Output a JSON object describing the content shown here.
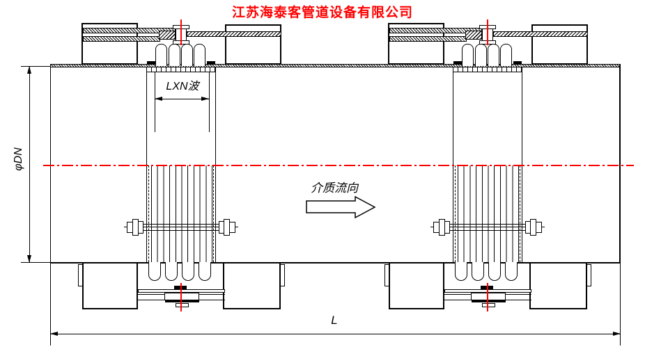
{
  "title": "江苏海泰客管道设备有限公司",
  "labels": {
    "bellows_length": "LXN波",
    "nominal_diameter": "φDN",
    "overall_length": "L",
    "flow_direction": "介质流向"
  },
  "colors": {
    "accent_red": "#ff0000",
    "line_black": "#000000",
    "background": "#ffffff"
  },
  "drawing": {
    "type": "engineering-drawing",
    "subject": "dual bellows expansion joint on pipeline, two identical tie-rod bellows assemblies"
  }
}
